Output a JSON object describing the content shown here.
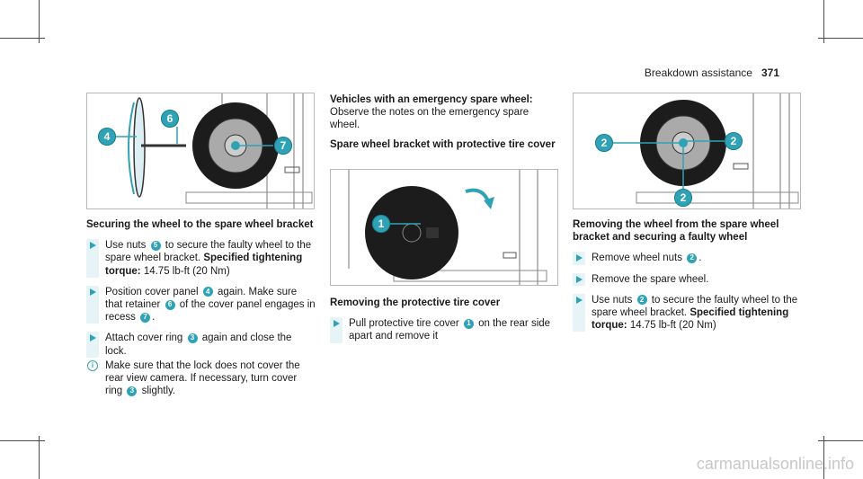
{
  "header": {
    "section": "Breakdown assistance",
    "page": "371"
  },
  "figures": {
    "fig1": {
      "callouts": [
        "4",
        "6",
        "7"
      ]
    },
    "fig2": {
      "callouts": [
        "1"
      ]
    },
    "fig3": {
      "callouts": [
        "2",
        "2",
        "2"
      ]
    }
  },
  "col1": {
    "heading": "Securing the wheel to the spare wheel bracket",
    "step1": {
      "a": "Use nuts",
      "n": "5",
      "b": "to secure the faulty wheel to the spare wheel bracket.",
      "bold": "Specified tightening torque:",
      "c": "14.75 lb-ft (20 Nm)"
    },
    "step2": {
      "a": "Position cover panel",
      "n1": "4",
      "b": "again. Make sure that retainer",
      "n2": "6",
      "c": "of the cover panel engages in recess",
      "n3": "7",
      "d": "."
    },
    "step3": {
      "a": "Attach cover ring",
      "n": "3",
      "b": "again and close the lock."
    },
    "note": {
      "a": "Make sure that the lock does not cover the rear view camera. If necessary, turn cover ring",
      "n": "3",
      "b": "slightly."
    }
  },
  "col2": {
    "heading1": "Vehicles with an emergency spare wheel:",
    "para1": "Observe the notes on the emergency spare wheel.",
    "heading2": "Spare wheel bracket with protective tire cover",
    "heading3": "Removing the protective tire cover",
    "step1": {
      "a": "Pull protective tire cover",
      "n": "1",
      "b": "on the rear side apart and remove it"
    }
  },
  "col3": {
    "heading": "Removing the wheel from the spare wheel bracket and securing a faulty wheel",
    "step1": {
      "a": "Remove wheel nuts",
      "n": "2",
      "b": "."
    },
    "step2": {
      "a": "Remove the spare wheel."
    },
    "step3": {
      "a": "Use nuts",
      "n": "2",
      "b": "to secure the faulty wheel to the spare wheel bracket.",
      "bold": "Specified tightening torque:",
      "c": "14.75 lb-ft (20 Nm)"
    }
  },
  "watermark": "carmanualsonline.info",
  "colors": {
    "accent": "#2fa3b5",
    "tire": "#1c1c1c",
    "line": "#555555"
  }
}
